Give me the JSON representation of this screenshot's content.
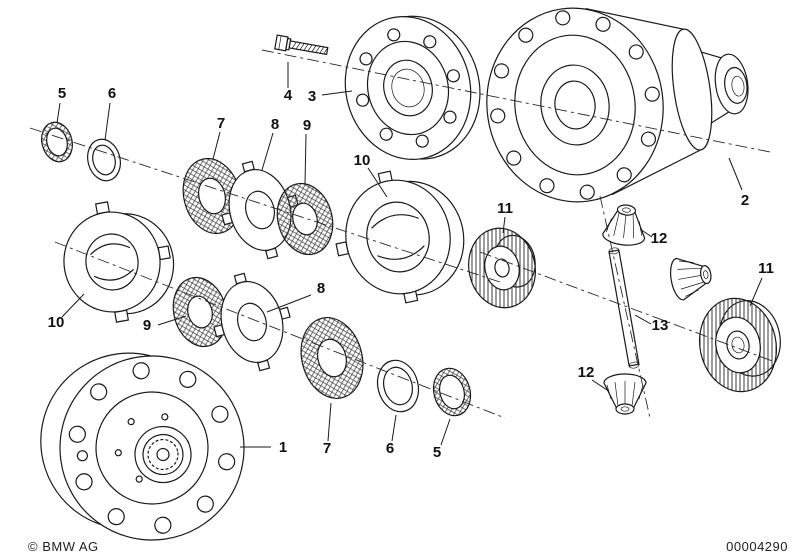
{
  "footer": {
    "copyright": "© BMW AG",
    "drawing_number": "00004290"
  },
  "labels": [
    {
      "text": "4"
    },
    {
      "text": "3"
    },
    {
      "text": "5"
    },
    {
      "text": "6"
    },
    {
      "text": "7"
    },
    {
      "text": "8"
    },
    {
      "text": "9"
    },
    {
      "text": "10"
    },
    {
      "text": "2"
    },
    {
      "text": "11"
    },
    {
      "text": "12"
    },
    {
      "text": "11"
    },
    {
      "text": "13"
    },
    {
      "text": "12"
    },
    {
      "text": "8"
    },
    {
      "text": "9"
    },
    {
      "text": "10"
    },
    {
      "text": "1"
    },
    {
      "text": "7"
    },
    {
      "text": "6"
    },
    {
      "text": "5"
    }
  ]
}
